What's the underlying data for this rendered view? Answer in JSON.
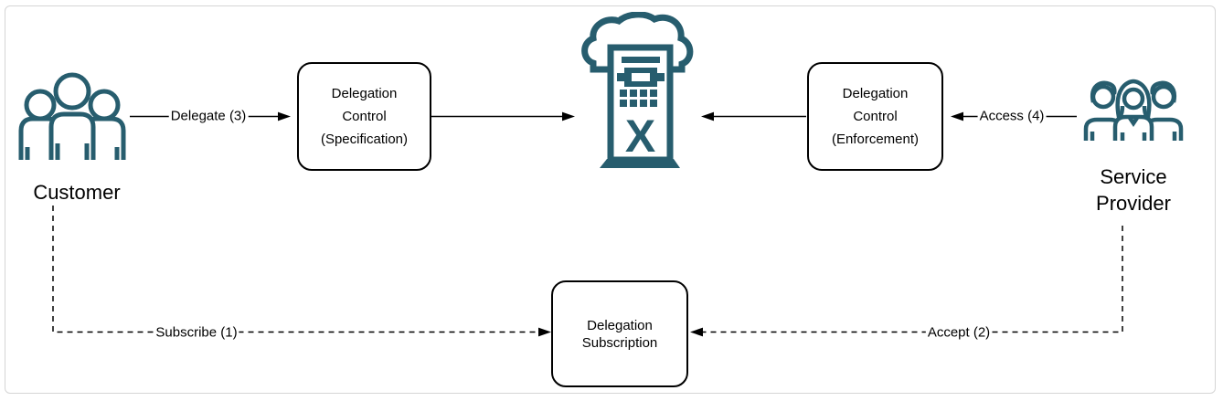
{
  "colors": {
    "icon_teal": "#275d6e",
    "connector_black": "#000000",
    "frame_gray": "#d5d5d5"
  },
  "actors": {
    "customer": {
      "label": "Customer",
      "icon": "customer-group-icon"
    },
    "service_provider": {
      "label_lines": [
        "Service",
        "Provider"
      ],
      "icon": "service-provider-group-icon"
    }
  },
  "cloud_node": {
    "icon": "cloud-server-x-icon"
  },
  "boxes": {
    "specification": {
      "lines": [
        "Delegation",
        "Control",
        "(Specification)"
      ]
    },
    "enforcement": {
      "lines": [
        "Delegation",
        "Control",
        "(Enforcement)"
      ]
    },
    "subscription": {
      "lines": [
        "Delegation",
        "Subscription"
      ]
    }
  },
  "edges": {
    "delegate": {
      "label": "Delegate (3)",
      "style": "solid"
    },
    "access": {
      "label": "Access (4)",
      "style": "solid"
    },
    "subscribe": {
      "label": "Subscribe (1)",
      "style": "dashed"
    },
    "accept": {
      "label": "Accept (2)",
      "style": "dashed"
    }
  }
}
